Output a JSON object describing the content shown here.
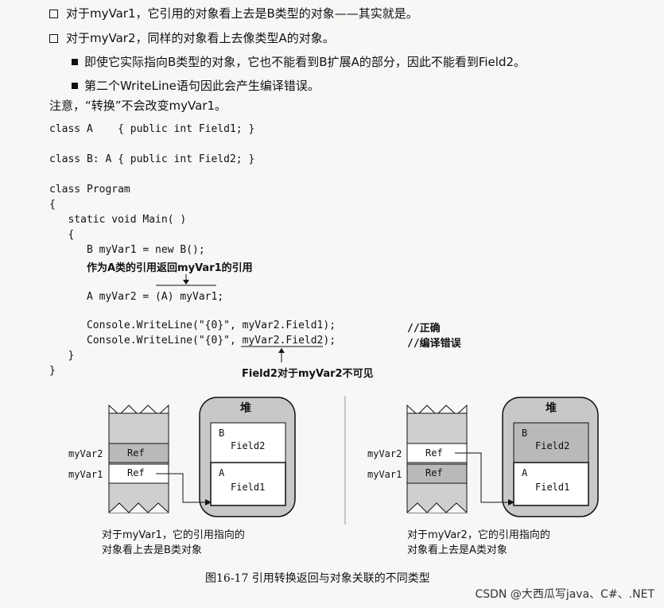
{
  "bullets": [
    "对于myVar1，它引用的对象看上去是B类型的对象——其实就是。",
    "对于myVar2，同样的对象看上去像类型A的对象。"
  ],
  "subbullets": [
    "即使它实际指向B类型的对象，它也不能看到B扩展A的部分，因此不能看到Field2。",
    "第二个WriteLine语句因此会产生编译错误。"
  ],
  "note": "注意，“转换”不会改变myVar1。",
  "code": [
    "class A    { public int Field1; }",
    "class B: A { public int Field2; }",
    "class Program",
    "{",
    "   static void Main( )",
    "   {",
    "      B myVar1 = new B();",
    "      A myVar2 = (A) myVar1;",
    "      Console.WriteLine(\"{0}\", myVar2.Field1);",
    "      Console.WriteLine(\"{0}\", myVar2.Field2);",
    "   }",
    "}"
  ],
  "annotations": {
    "cast_note": "作为A类的引用返回myVar1的引用",
    "field_note": "Field2对于myVar2不可见",
    "comment_ok": "//正确",
    "comment_err": "//编译错误"
  },
  "diagram_left": {
    "heap": "堆",
    "var2_label": "myVar2",
    "var1_label": "myVar1",
    "ref2": "Ref",
    "ref1": "Ref",
    "class_b": "B",
    "field2": "Field2",
    "class_a": "A",
    "field1": "Field1",
    "caption_line1": "对于myVar1，它的引用指向的",
    "caption_line2": "对象看上去是B类对象"
  },
  "diagram_right": {
    "heap": "堆",
    "var2_label": "myVar2",
    "var1_label": "myVar1",
    "ref2": "Ref",
    "ref1": "Ref",
    "class_b": "B",
    "field2": "Field2",
    "class_a": "A",
    "field1": "Field1",
    "caption_line1": "对于myVar2，它的引用指向的",
    "caption_line2": "对象看上去是A类对象"
  },
  "figure_caption": "图16-17   引用转换返回与对象关联的不同类型",
  "watermark": "CSDN @大西瓜写java、C#、.NET"
}
